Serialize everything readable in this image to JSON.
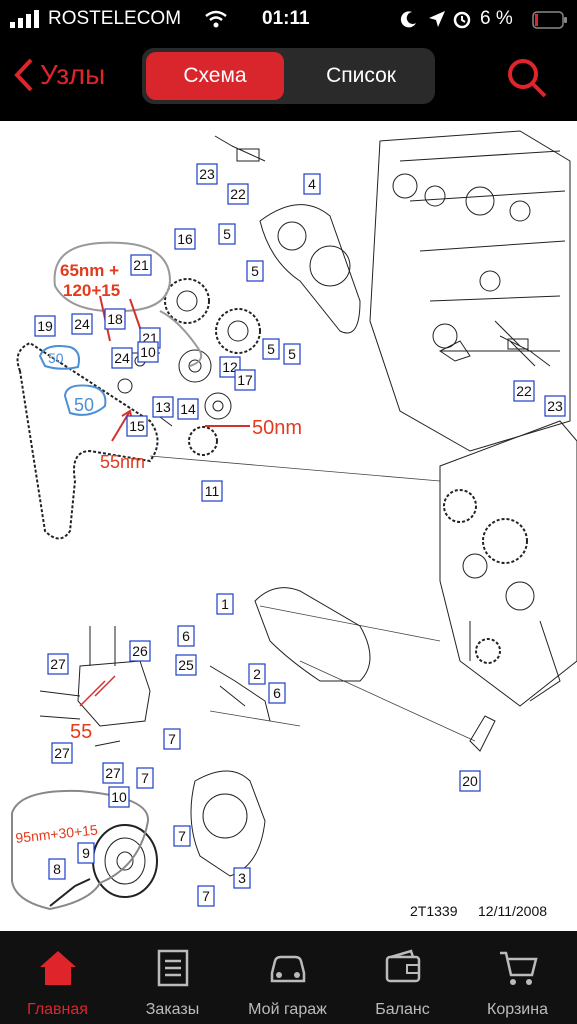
{
  "status": {
    "carrier": "ROSTELECOM",
    "time": "01:11",
    "battery": "6 %"
  },
  "nav": {
    "back_label": "Узлы",
    "seg_active": "Схема",
    "seg_inactive": "Список"
  },
  "diagram": {
    "code": "2T1339",
    "date": "12/11/2008",
    "parts": [
      "23",
      "22",
      "4",
      "16",
      "5",
      "21",
      "5",
      "24",
      "18",
      "19",
      "21",
      "24",
      "10",
      "5",
      "5",
      "12",
      "17",
      "14",
      "13",
      "15",
      "11",
      "22",
      "23",
      "1",
      "6",
      "26",
      "25",
      "27",
      "2",
      "6",
      "27",
      "7",
      "27",
      "7",
      "10",
      "7",
      "20",
      "8",
      "9",
      "3",
      "7"
    ],
    "annotations": {
      "torque_a": "65nm +",
      "torque_b": "120+15",
      "circle_a": "50",
      "circle_b": "50",
      "torque_c": "50nm",
      "torque_d": "55nm",
      "torque_e": "55",
      "torque_f": "95nm+30+15"
    }
  },
  "tabs": [
    {
      "label": "Главная",
      "icon": "home-icon"
    },
    {
      "label": "Заказы",
      "icon": "orders-icon"
    },
    {
      "label": "Мой гараж",
      "icon": "car-icon"
    },
    {
      "label": "Баланс",
      "icon": "wallet-icon"
    },
    {
      "label": "Корзина",
      "icon": "cart-icon"
    }
  ],
  "colors": {
    "accent": "#e0242b",
    "annotation": "#e23b1e",
    "label_box": "#1b3cc8"
  }
}
